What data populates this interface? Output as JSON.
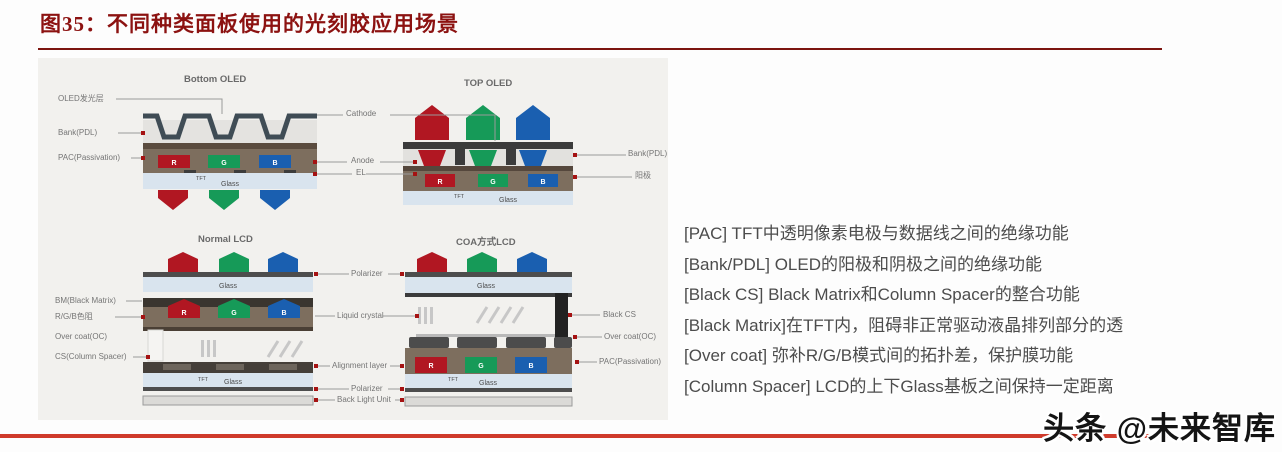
{
  "page": {
    "title": "图35：不同种类面板使用的光刻胶应用场景",
    "watermark": "头条 @未来智库"
  },
  "notes": [
    "[PAC] TFT中透明像素电极与数据线之间的绝缘功能",
    "[Bank/PDL] OLED的阳极和阴极之间的绝缘功能",
    "[Black CS] Black Matrix和Column Spacer的整合功能",
    "[Black Matrix]在TFT内，阻碍非正常驱动液晶排列部分的透",
    "[Over coat] 弥补R/G/B模式间的拓扑差，保护膜功能",
    "[Column Spacer] LCD的上下Glass基板之间保持一定距离"
  ],
  "rgb": {
    "r": "R",
    "g": "G",
    "b": "B"
  },
  "words": {
    "glass": "Glass",
    "tft": "TFT"
  },
  "bottom_oled": {
    "title": "Bottom OLED",
    "label_emitting": "OLED发光层",
    "label_bank": "Bank(PDL)",
    "label_pac": "PAC(Passivation)"
  },
  "top_oled": {
    "title": "TOP OLED",
    "label_cathode": "Cathode",
    "label_anode": "Anode",
    "label_el": "EL",
    "label_bank": "Bank(PDL)",
    "label_anode_cn": "阳极"
  },
  "normal_lcd": {
    "title": "Normal LCD",
    "label_bm": "BM(Black Matrix)",
    "label_rgb": "R/G/B色阻",
    "label_oc": "Over coat(OC)",
    "label_cs": "CS(Column Spacer)"
  },
  "coa_lcd": {
    "title": "COA方式LCD",
    "label_black_cs": "Black CS",
    "label_oc": "Over coat(OC)",
    "label_pac": "PAC(Passivation)"
  },
  "shared_lcd": {
    "polarizer_top": "Polarizer",
    "liquid_crystal": "Liquid crystal",
    "alignment_layer": "Alignment layer",
    "polarizer_bottom": "Polarizer",
    "back_light": "Back Light Unit"
  },
  "colors": {
    "red": "#b11722",
    "green": "#169a58",
    "blue": "#1a5fb0",
    "title_red": "#8c1211",
    "rule_red": "#cf3a2b"
  }
}
